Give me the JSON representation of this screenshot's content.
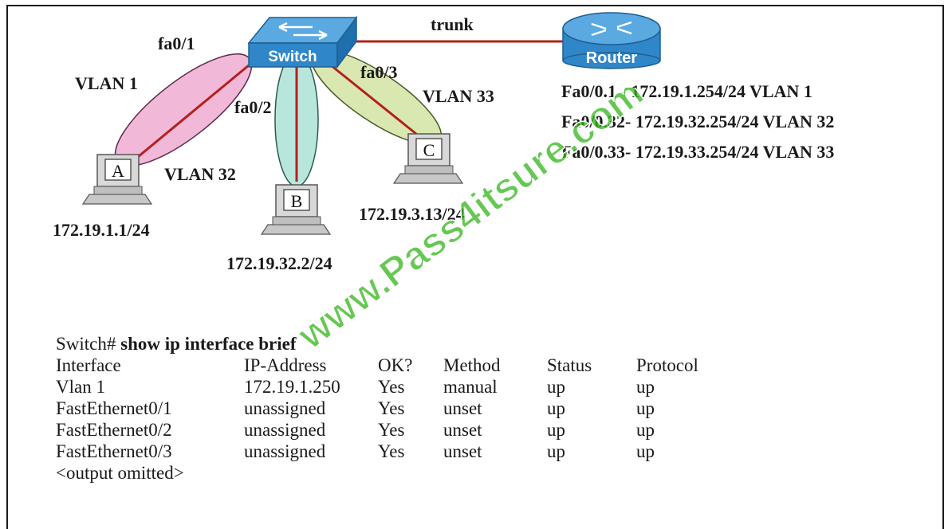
{
  "diagram": {
    "switch_label": "Switch",
    "router_label": "Router",
    "link_label": "trunk",
    "ports": [
      "fa0/1",
      "fa0/2",
      "fa0/3"
    ],
    "vlans": [
      "VLAN 1",
      "VLAN 32",
      "VLAN 33"
    ],
    "hosts": [
      {
        "name": "A",
        "ip": "172.19.1.1/24"
      },
      {
        "name": "B",
        "ip": "172.19.32.2/24"
      },
      {
        "name": "C",
        "ip": "172.19.3.13/24"
      }
    ],
    "subinterfaces": [
      "Fa0/0.1 - 172.19.1.254/24 VLAN 1",
      "Fa0/0.32- 172.19.32.254/24 VLAN 32",
      "Fa0/0.33- 172.19.33.254/24 VLAN 33"
    ]
  },
  "command": {
    "prompt": "Switch#",
    "text": "show ip interface brief",
    "headers": [
      "Interface",
      "IP-Address",
      "OK?",
      "Method",
      "Status",
      "Protocol"
    ],
    "rows": [
      [
        "Vlan 1",
        "172.19.1.250",
        "Yes",
        "manual",
        "up",
        "up"
      ],
      [
        "FastEthernet0/1",
        "unassigned",
        "Yes",
        "unset",
        "up",
        "up"
      ],
      [
        "FastEthernet0/2",
        "unassigned",
        "Yes",
        "unset",
        "up",
        "up"
      ],
      [
        "FastEthernet0/3",
        "unassigned",
        "Yes",
        "unset",
        "up",
        "up"
      ]
    ],
    "footer": "<output omitted>"
  },
  "watermark": "www.Pass4itsure.com",
  "colors": {
    "link": "#b5201e",
    "vlan1_fill": "#f2b8d8",
    "vlan32_fill": "#b8e6dc",
    "vlan33_fill": "#d8e8b0",
    "device_blue": "#2f87c9",
    "watermark": "#33b51a"
  }
}
